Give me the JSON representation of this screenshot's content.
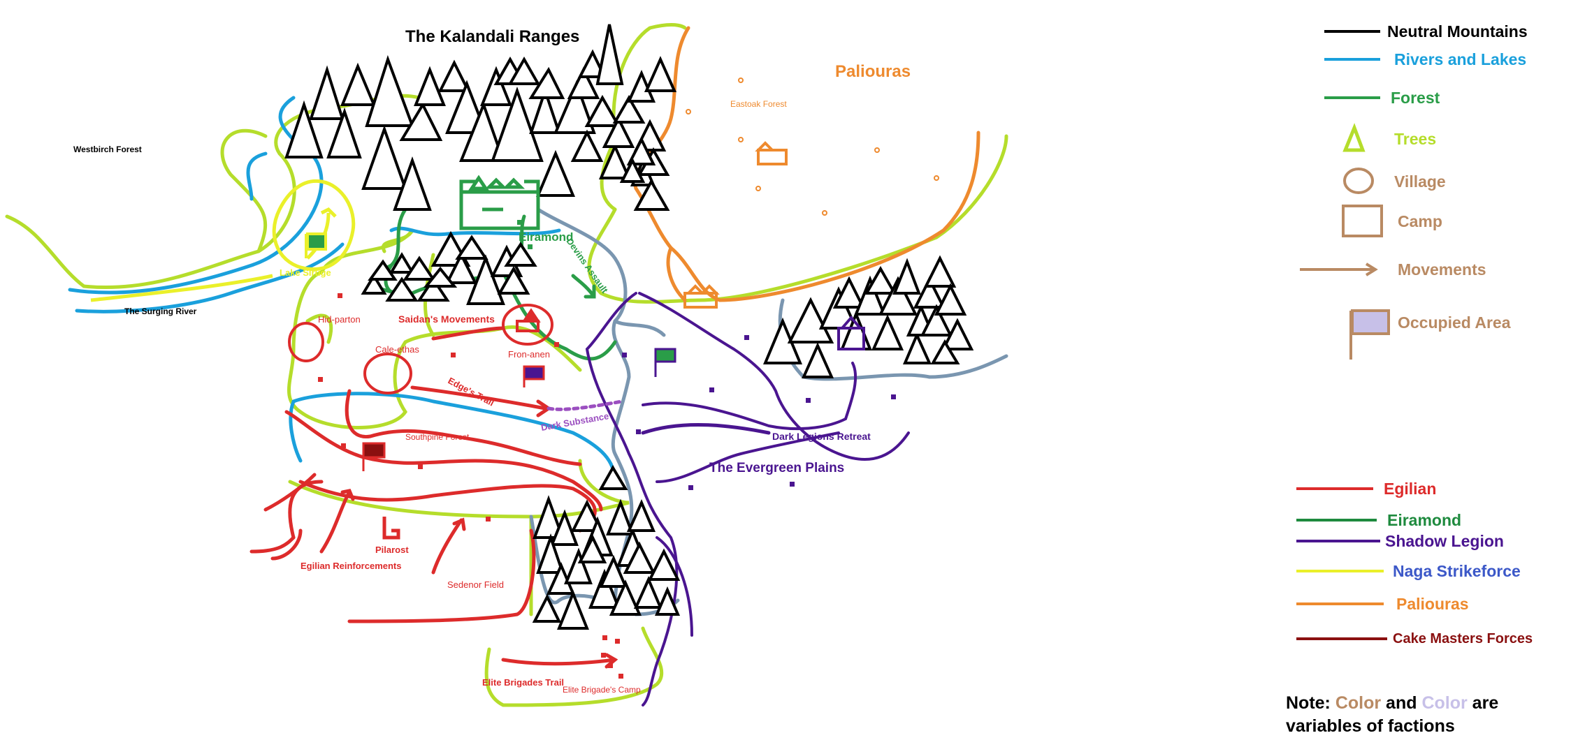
{
  "map": {
    "title": "The Kalandali Ranges",
    "regions": {
      "paliouras": "Paliouras",
      "westbirch": "Westbirch Forest",
      "eastoak": "Eastoak Forest",
      "evergreen": "The Evergreen Plains",
      "southpine": "Southpine Forest",
      "sedenor": "Sedenor Field"
    },
    "water": {
      "lake": "Lake Siruge",
      "river": "The Surging River"
    },
    "places": {
      "eiramond": "Eiramond",
      "hidparton": "Hid-parton",
      "caleethas": "Cale-ethas",
      "fronanen": "Fron-anen",
      "pilarost": "Pilarost",
      "elite_camp": "Elite Brigade's Camp",
      "eastoak_village": "-----",
      "purple_camp": "-----",
      "orange_camp": "-----"
    },
    "movements": {
      "devins": "Devins Assault",
      "saidan": "Saidan's Movements",
      "edge": "Edge's Trail",
      "dark_substance": "Dark Substance",
      "dark_legions": "Dark Legions Retreat",
      "egilian_reinforcements": "Egilian Reinforcements",
      "elite_trail": "Elite Brigades Trail"
    }
  },
  "legend": {
    "symbols": [
      {
        "label": "Neutral Mountains",
        "color": "#000000",
        "label_color": "#000000"
      },
      {
        "label": "Rivers and Lakes",
        "color": "#1aa0dc",
        "label_color": "#1aa0dc"
      },
      {
        "label": "Forest",
        "color": "#2a9d48",
        "label_color": "#2a9d48"
      },
      {
        "label": "Trees",
        "color": "#b5dd2b",
        "label_color": "#b5dd2b"
      },
      {
        "label": "Village",
        "color": "#b98a63",
        "label_color": "#b98a63"
      },
      {
        "label": "Camp",
        "color": "#b98a63",
        "label_color": "#b98a63"
      },
      {
        "label": "Movements",
        "color": "#b98a63",
        "label_color": "#b98a63"
      },
      {
        "label": "Occupied Area",
        "color": "#b98a63",
        "label_color": "#b98a63"
      }
    ],
    "factions": [
      {
        "label": "Egilian",
        "color": "#dd2b2b"
      },
      {
        "label": "Eiramond",
        "color": "#1e8a3e"
      },
      {
        "label": "Shadow Legion",
        "color": "#4a1590"
      },
      {
        "label": "Naga Strikeforce",
        "color": "#3c58c8",
        "line_color": "#eaf02a"
      },
      {
        "label": "Paliouras",
        "color": "#ee8a2e"
      },
      {
        "label": "Cake Masters Forces",
        "color": "#8a1010"
      }
    ],
    "note": {
      "prefix": "Note: ",
      "word1": "Color",
      "word1_color": "#b98a63",
      "mid": " and ",
      "word2": "Color",
      "word2_color": "#c7c0e8",
      "suffix": " are",
      "line2": "variables of factions"
    }
  }
}
